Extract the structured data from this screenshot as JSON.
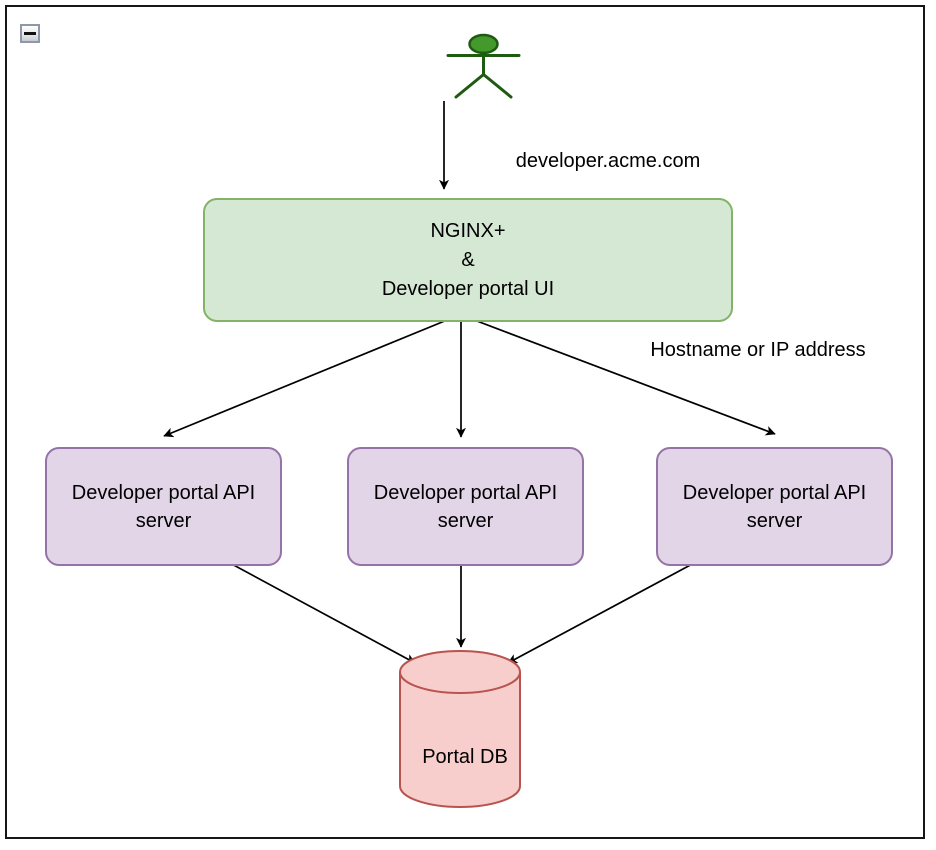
{
  "window": {
    "frame_border_color": "#161616",
    "collapse_button": {
      "icon": "minus-icon",
      "action": "collapse-group"
    }
  },
  "diagram": {
    "actor": {
      "role": "user-actor",
      "head_fill": "#44992c",
      "stroke": "#1e5b10"
    },
    "edge_labels": {
      "domain": "developer.acme.com",
      "routing": "Hostname or IP address"
    },
    "nginx_box": {
      "lines": [
        "NGINX+",
        "&",
        "Developer portal UI"
      ],
      "fill": "#d5e8d4",
      "stroke": "#82b366"
    },
    "api_servers": [
      {
        "label": "Developer portal API server"
      },
      {
        "label": "Developer portal API server"
      },
      {
        "label": "Developer portal API server"
      }
    ],
    "api_server_style": {
      "fill": "#e1d5e7",
      "stroke": "#9673a6"
    },
    "database": {
      "label": "Portal DB",
      "fill": "#f8cecc",
      "stroke": "#b85450"
    },
    "arrow_color": "#000000"
  }
}
